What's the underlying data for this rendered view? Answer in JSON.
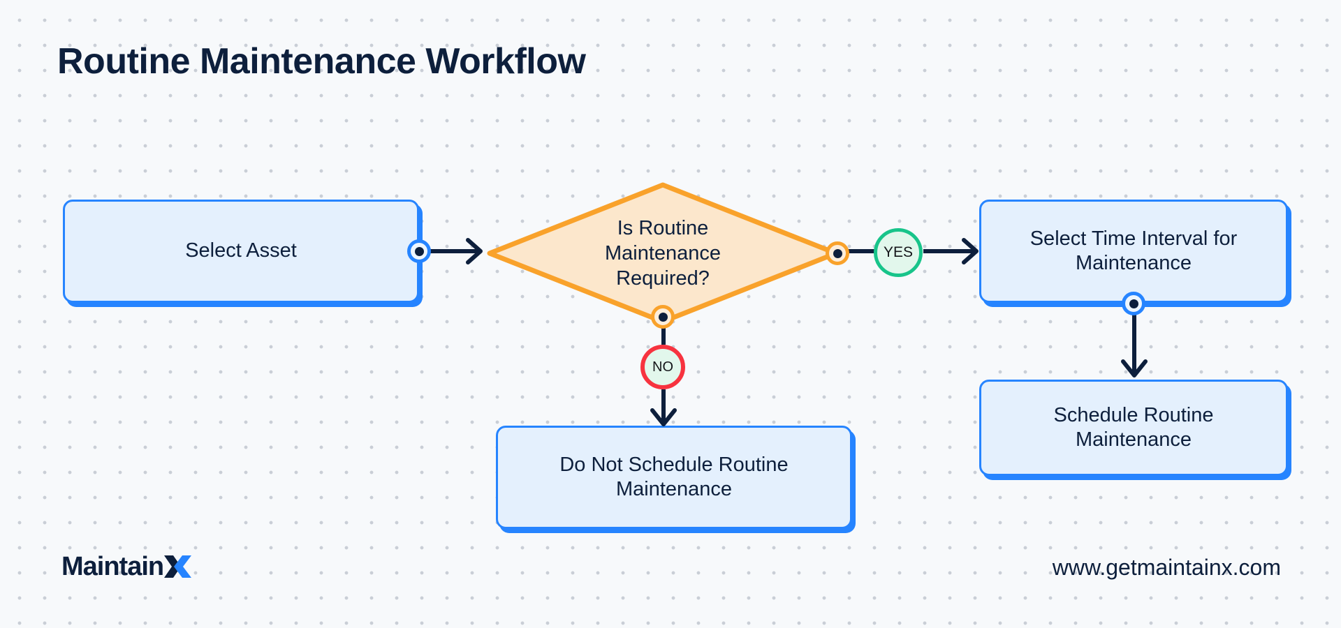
{
  "page": {
    "title": "Routine Maintenance Workflow",
    "background_color": "#f7f9fb",
    "dot_grid_color": "#c9ced6"
  },
  "colors": {
    "navy": "#0d1f3c",
    "process_border": "#2684ff",
    "process_fill": "#e4f0fd",
    "decision_border": "#f9a22b",
    "decision_fill": "#fce7cc",
    "yes_ring": "#18c48a",
    "no_ring": "#f7333f",
    "badge_fill": "#e2f7ec"
  },
  "diagram": {
    "type": "flowchart",
    "nodes": [
      {
        "id": "select-asset",
        "shape": "process",
        "label": "Select Asset"
      },
      {
        "id": "decision",
        "shape": "decision",
        "label": "Is Routine\nMaintenance\nRequired?"
      },
      {
        "id": "select-time",
        "shape": "process",
        "label": "Select Time Interval for Maintenance"
      },
      {
        "id": "schedule",
        "shape": "process",
        "label": "Schedule Routine Maintenance"
      },
      {
        "id": "do-not-schedule",
        "shape": "process",
        "label": "Do Not Schedule Routine Maintenance"
      }
    ],
    "edges": [
      {
        "from": "select-asset",
        "to": "decision",
        "label": ""
      },
      {
        "from": "decision",
        "to": "select-time",
        "label": "YES"
      },
      {
        "from": "decision",
        "to": "do-not-schedule",
        "label": "NO"
      },
      {
        "from": "select-time",
        "to": "schedule",
        "label": ""
      }
    ],
    "branch_labels": {
      "yes": "YES",
      "no": "NO"
    }
  },
  "footer": {
    "logo_text": "Maintain",
    "logo_mark": "X",
    "url": "www.getmaintainx.com"
  }
}
